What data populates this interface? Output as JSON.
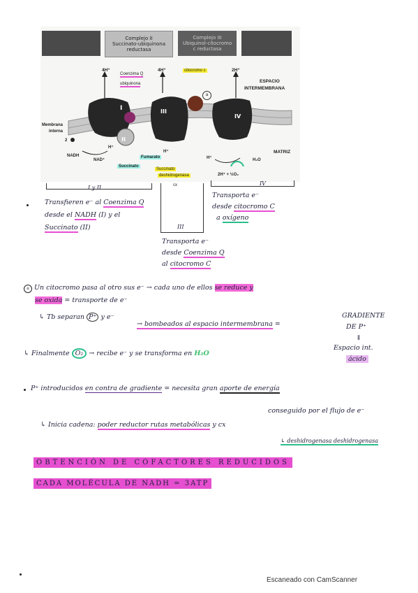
{
  "diagram": {
    "complex_boxes": [
      {
        "line1": "Complejo II",
        "line2": "Succinato-ubiquinona",
        "line3": "reductasa"
      },
      {
        "line1": "Complejo III",
        "line2": "Ubiquinol-citocromo",
        "line3": "c reductasa"
      }
    ],
    "labels": {
      "h4_a": "4H⁺",
      "h4_b": "4H⁺",
      "h2": "2H⁺",
      "coenzima": "Coenzima Q",
      "ubiquinona": "ubiquinona",
      "citocromo": "citocromo c",
      "circled_a": "a",
      "espacio": "ESPACIO",
      "intermembrana": "INTERMEMBRANA",
      "membrana": "Membrana",
      "interna": "interna",
      "num2": "2",
      "nadh": "NADH",
      "nad": "NAD⁺",
      "h_a": "H⁺",
      "h_b": "H⁺",
      "h_c": "H⁺",
      "fumarato": "Fumarato",
      "succinato": "Succinato",
      "sdh1": "Succinato",
      "sdh2": "deshidrogenasa",
      "matriz": "MATRIZ",
      "h2o": "H₂O",
      "o2": "2H⁺ + ½O₂",
      "roman_i": "I",
      "roman_ii": "II",
      "roman_iii": "III",
      "roman_iv": "IV",
      "cx": "cx"
    }
  },
  "annotations": {
    "i_ii_label": "I y II",
    "i_ii_text1_a": "Transfieren e⁻ al ",
    "i_ii_text1_b": "Coenzima Q",
    "i_ii_text2_a": "desde el ",
    "i_ii_text2_b": "NADH",
    "i_ii_text2_c": " (I) y el",
    "i_ii_text3_a": "Succinato",
    "i_ii_text3_b": " (II)",
    "iv_label": "IV",
    "iv_text1": "Transporta e⁻",
    "iv_text2_a": "desde ",
    "iv_text2_b": "citocromo C",
    "iv_text3_a": "a ",
    "iv_text3_b": "oxígeno",
    "iii_label": "III",
    "iii_text1": "Transporta e⁻",
    "iii_text2_a": "desde ",
    "iii_text2_b": "Coenzima Q",
    "iii_text3_a": "al ",
    "iii_text3_b": "citocromo C"
  },
  "notes": {
    "n1_a": "Un citocromo pasa al otro sus e⁻ → cada uno de ellos ",
    "n1_b": "se reduce y",
    "n1_c": "se oxida",
    "n1_d": " = transporte de e⁻",
    "n2_a": "↳ Tb separan ",
    "n2_b": "P⁺",
    "n2_c": " y e⁻",
    "n2_d": "→ bombeados al espacio intermembrana",
    "n2_e": " =",
    "n2_grad1": "GRADIENTE",
    "n2_grad2": "DE P⁺",
    "n2_arrow": "⇓",
    "n2_esp": "Espacio int.",
    "n2_acido": "ácido",
    "n3_a": "↳ Finalmente ",
    "n3_b": "O₂",
    "n3_c": " → recibe e⁻ y se transforma en ",
    "n3_d": "H₂O",
    "n4_a": "P⁺ introducidos ",
    "n4_b": "en contra de gradiente",
    "n4_c": " = necesita gran ",
    "n4_d": "aporte de energía",
    "n4_e": "conseguido por el flujo de e⁻",
    "n5_a": "↳ Inicia cadena: ",
    "n5_b": "poder reductor rutas metabólicas",
    "n5_c": " y cx",
    "n5_d": "↳ deshidrogenasa deshidrogenasa",
    "heading1": "OBTENCIÓN DE COFACTORES REDUCIDOS",
    "heading2": "CADA MOLÉCULA DE NADH = 3ATP"
  },
  "footer": {
    "scanner": "Escaneado con CamScanner"
  },
  "colors": {
    "pink": "#f26ad8",
    "yellow": "#f7ec2c",
    "cyan": "#9ff0e6",
    "teal": "#2bbd8c"
  }
}
